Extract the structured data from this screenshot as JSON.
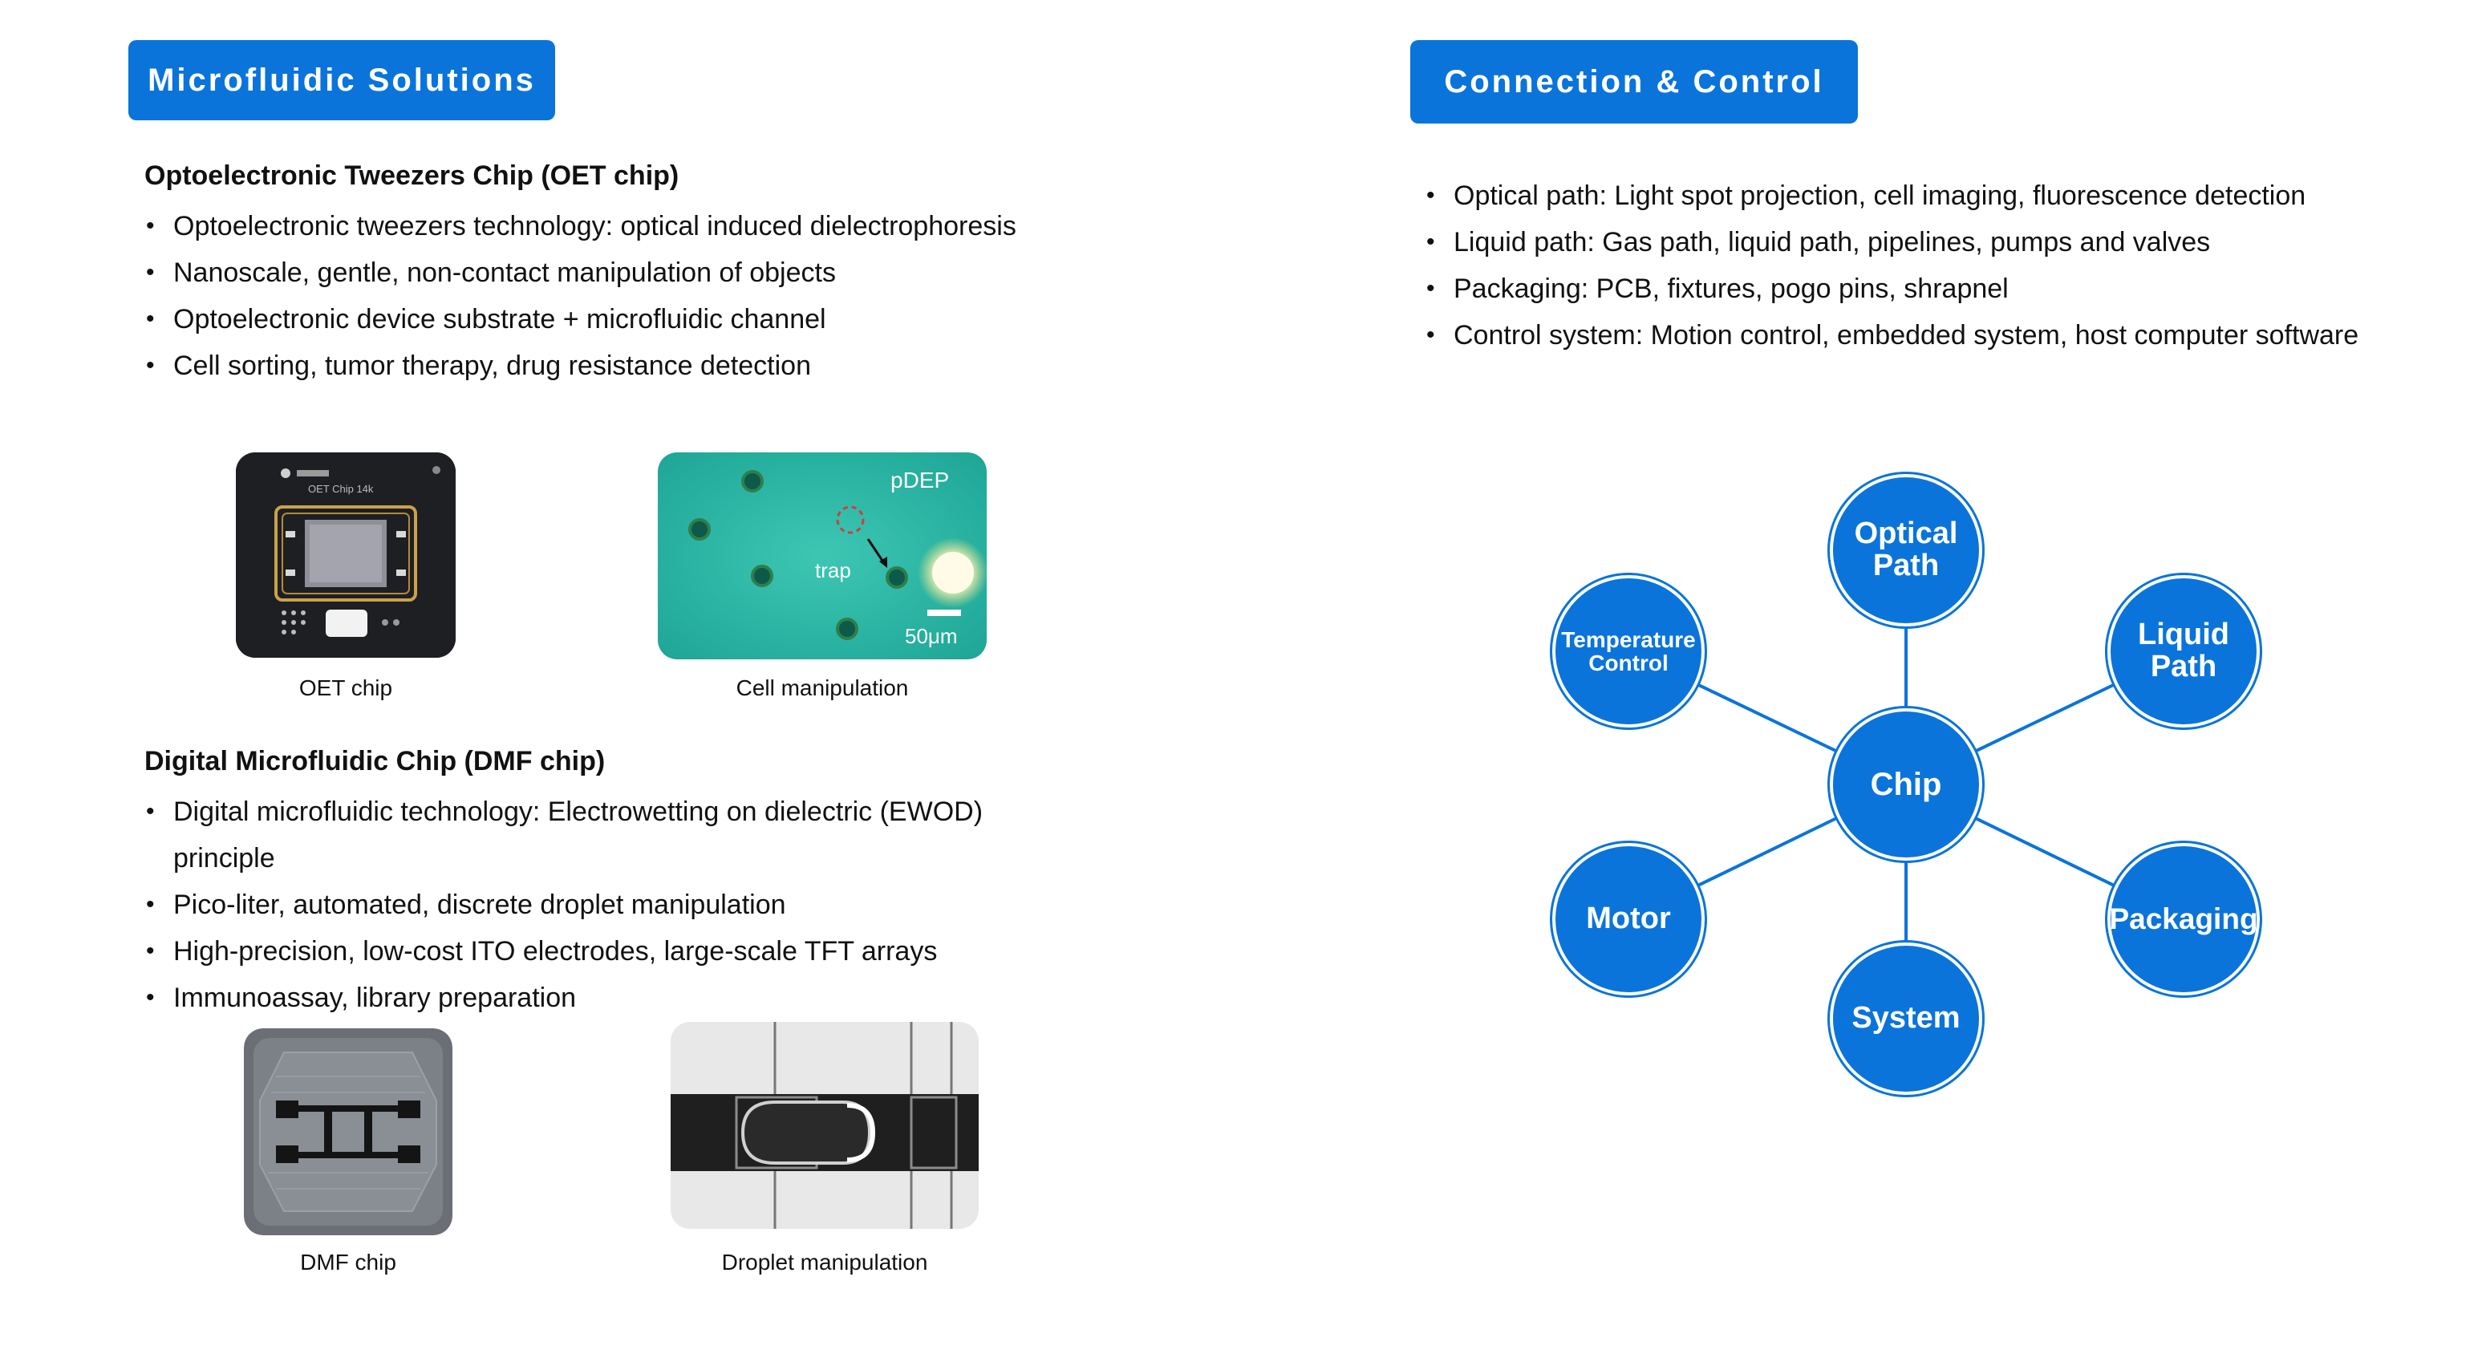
{
  "left": {
    "header": "Microfluidic Solutions",
    "oet": {
      "title": "Optoelectronic Tweezers Chip (OET chip)",
      "bullets": [
        "Optoelectronic tweezers technology: optical induced dielectrophoresis",
        "Nanoscale, gentle, non-contact manipulation of objects",
        "Optoelectronic device substrate + microfluidic channel",
        "Cell sorting, tumor therapy, drug resistance detection"
      ],
      "images": {
        "oet_chip": {
          "caption": "OET chip",
          "label": "OET Chip 14k"
        },
        "cell_manipulation": {
          "caption": "Cell manipulation",
          "label_pdep": "pDEP",
          "label_trap": "trap",
          "label_scale": "50μm"
        }
      }
    },
    "dmf": {
      "title": "Digital Microfluidic Chip (DMF chip)",
      "bullets": [
        "Digital microfluidic technology: Electrowetting on dielectric (EWOD) principle",
        "Pico-liter, automated, discrete droplet manipulation",
        "High-precision, low-cost ITO electrodes, large-scale TFT arrays",
        "Immunoassay, library preparation"
      ],
      "images": {
        "dmf_chip": {
          "caption": "DMF chip"
        },
        "droplet_manipulation": {
          "caption": "Droplet manipulation"
        }
      }
    }
  },
  "right": {
    "header": "Connection & Control",
    "bullets": [
      "Optical path: Light spot projection, cell imaging, fluorescence detection",
      "Liquid path: Gas path, liquid path, pipelines, pumps and valves",
      "Packaging: PCB, fixtures, pogo pins, shrapnel",
      "Control system: Motion control, embedded system, host computer software"
    ],
    "diagram": {
      "center": "Chip",
      "nodes": {
        "optical": "Optical Path",
        "liquid": "Liquid Path",
        "packaging": "Packaging",
        "system": "System",
        "motor": "Motor",
        "temperature": "Temperature Control"
      }
    }
  },
  "colors": {
    "accent": "#0a74da"
  }
}
